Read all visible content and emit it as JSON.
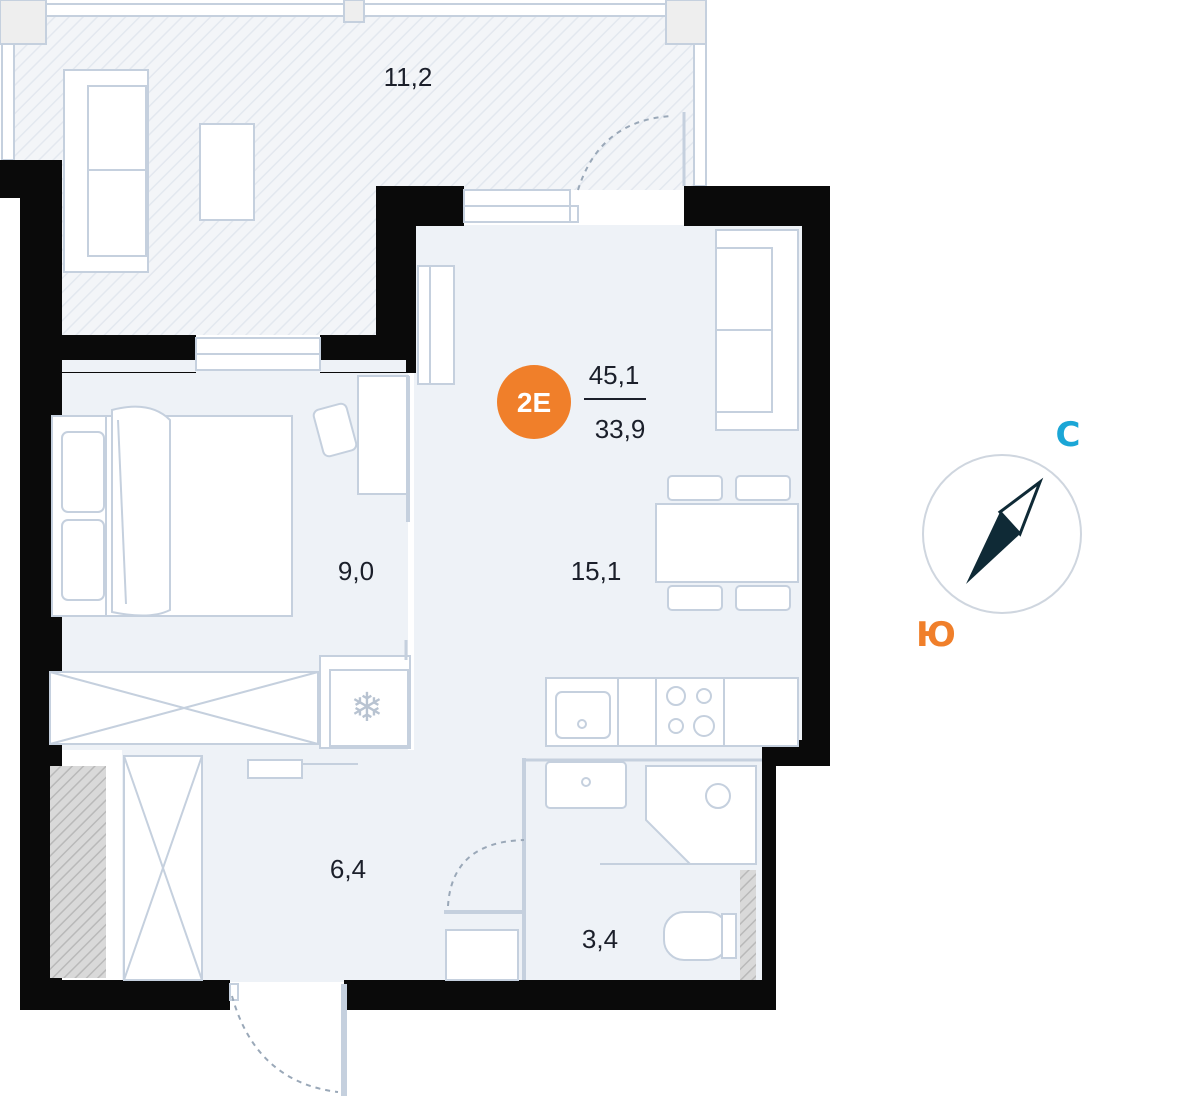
{
  "apartment": {
    "code": "2E",
    "total_area": "45,1",
    "living_area": "33,9",
    "badge_color": "#f07f2a"
  },
  "rooms": {
    "balcony": "11,2",
    "bedroom": "9,0",
    "living_kitchen": "15,1",
    "hallway": "6,4",
    "bathroom": "3,4"
  },
  "compass": {
    "north_letter": "С",
    "south_letter": "Ю",
    "north_color": "#1ba6d6",
    "south_color": "#f07f2a"
  },
  "colors": {
    "wall": "#0a0a0a",
    "floor": "#eef2f7",
    "furniture_stroke": "#c5d0de"
  }
}
